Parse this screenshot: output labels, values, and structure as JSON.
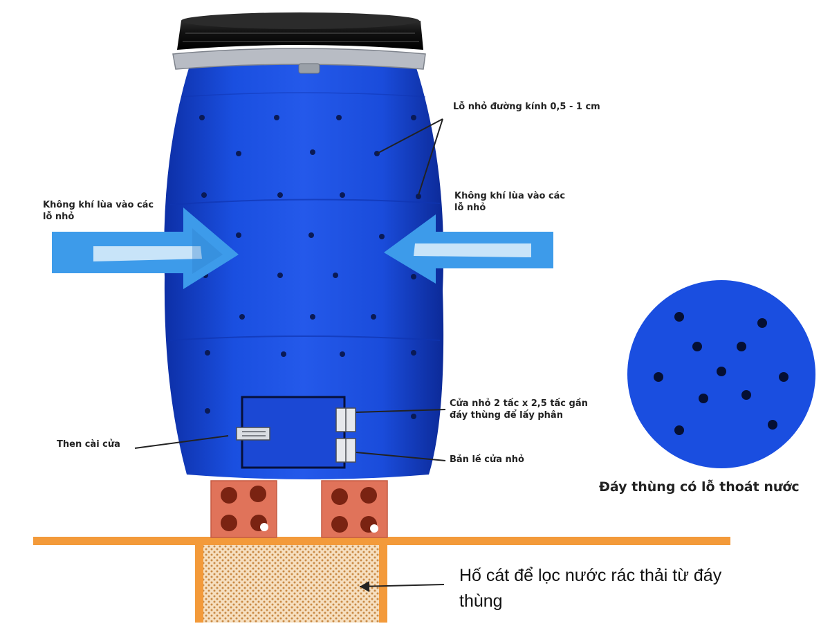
{
  "labels": {
    "holes_diameter": "Lỗ nhỏ đường kính 0,5 - 1 cm",
    "air_left": "Không khí lùa vào các lỗ nhỏ",
    "air_right": "Không khí lùa vào các lỗ nhỏ",
    "door_size": "Cửa nhỏ 2 tấc x 2,5 tấc gần đáy thùng để lấy phân",
    "door_latch": "Then cài cửa",
    "door_hinge": "Bản lề cửa nhỏ",
    "bottom_drain": "Đáy thùng có lỗ thoát nước",
    "sand_pit": "Hố cát để lọc nước rác thải từ đáy thùng"
  },
  "colors": {
    "barrel_blue": "#1849d8",
    "barrel_dark": "#0d2fa6",
    "lid_black": "#1a1a1a",
    "ring_silver": "#b8bcc4",
    "arrow_blue": "#3d9bea",
    "arrow_inner": "#b9ddf7",
    "brick": "#e0735a",
    "ground_orange": "#f39a3a",
    "sand": "#f3d9b8",
    "sand_dots": "#c98a45"
  }
}
